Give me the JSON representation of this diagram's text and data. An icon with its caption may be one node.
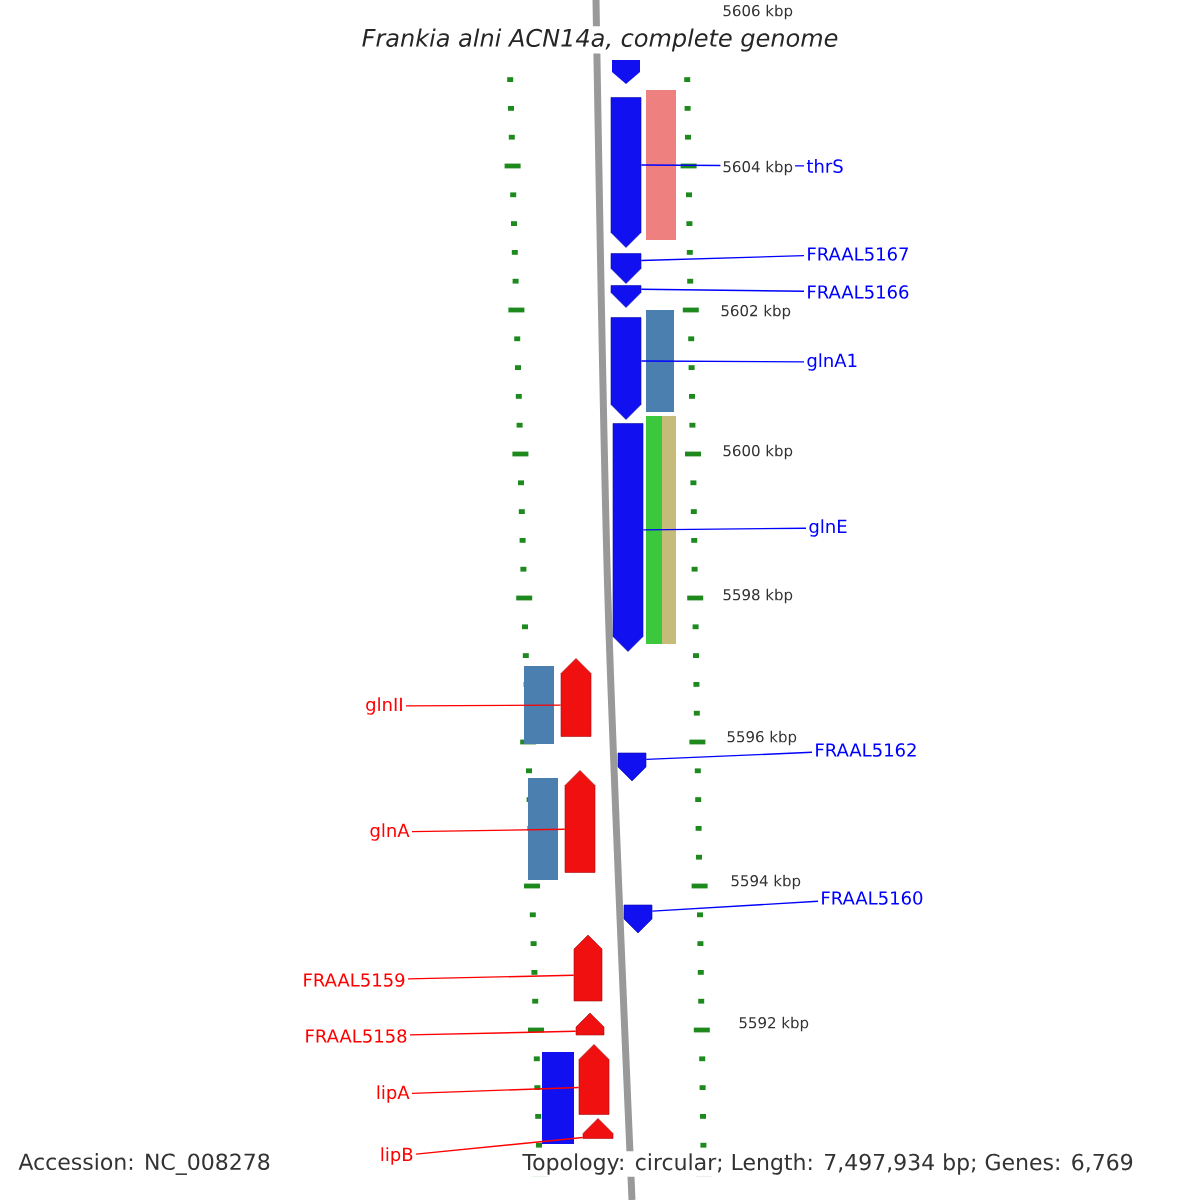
{
  "diagram": {
    "title": "*Frankia alni* ACN14a, complete genome",
    "nodes": [
      {
        "text": [
          "thrS"
        ]
      },
      {
        "text": [],
        "shape": "bar"
      },
      {
        "text": [
          "FRAAL5167"
        ]
      },
      {
        "text": [],
        "shape": "bar"
      },
      {
        "text": [
          "FRAAL5166"
        ]
      },
      {
        "text": [],
        "shape": "bar"
      },
      {
        "text": [
          "glnA1"
        ]
      },
      {
        "text": [],
        "shape": "bar"
      },
      {
        "text": [
          "glnE"
        ]
      },
      {
        "text": [],
        "shape": "bar"
      },
      {
        "text": [
          "FRAAL5162"
        ]
      },
      {
        "text": [],
        "shape": "bar"
      },
      {
        "text": [
          "glnII"
        ]
      },
      {
        "text": [],
        "shape": "bar"
      },
      {
        "text": [
          "glnA"
        ]
      },
      {
        "text": [],
        "shape": "bar"
      },
      {
        "text": [
          "FRAAL5160"
        ]
      },
      {
        "text": [],
        "shape": "bar"
      },
      {
        "text": [
          "FRAAL5159"
        ]
      },
      {
        "text": [],
        "shape": "bar"
      },
      {
        "text": [
          "FRAAL5158"
        ]
      },
      {
        "text": [],
        "shape": "bar"
      },
      {
        "text": [
          "lipA"
        ]
      },
      {
        "text": [],
        "shape": "bar"
      },
      {
        "text": [
          "lipB"
        ]
      },
      {
        "text": [],
        "shape": "bar"
      }
    ],
    "edges": [
      {
        "from": 0,
        "to": 1,
        "arrow": "none",
        "color": "#0000ff"
      },
      {
        "from": 2,
        "to": 3,
        "arrow": "none",
        "color": "#0000ff"
      },
      {
        "from": 4,
        "to": 5,
        "arrow": "none",
        "color": "#0000ff"
      },
      {
        "from": 6,
        "to": 7,
        "arrow": "none",
        "color": "#0000ff"
      },
      {
        "from": 8,
        "to": 9,
        "arrow": "none",
        "color": "#0000ff"
      },
      {
        "from": 10,
        "to": 11,
        "arrow": "none",
        "color": "#0000ff"
      },
      {
        "from": 12,
        "to": 13,
        "arrow": "none",
        "color": "#ff0000"
      },
      {
        "from": 14,
        "to": 15,
        "arrow": "none",
        "color": "#ff0000"
      },
      {
        "from": 16,
        "to": 17,
        "arrow": "none",
        "color": "#0000ff"
      },
      {
        "from": 18,
        "to": 19,
        "arrow": "none",
        "color": "#ff0000"
      },
      {
        "from": 20,
        "to": 21,
        "arrow": "none",
        "color": "#ff0000"
      },
      {
        "from": 22,
        "to": 23,
        "arrow": "none",
        "color": "#ff0000"
      },
      {
        "from": 24,
        "to": 25,
        "arrow": "none",
        "color": "#ff0000"
      }
    ],
    "labels": [
      "5606 kbp",
      "5604 kbp",
      "5602 kbp",
      "5600 kbp",
      "5598 kbp",
      "5596 kbp",
      "5594 kbp",
      "5592 kbp",
      "Accession: NC_008278",
      "Topology: circular; Length: 7,497,934 bp; Genes: 6,769"
    ]
  }
}
